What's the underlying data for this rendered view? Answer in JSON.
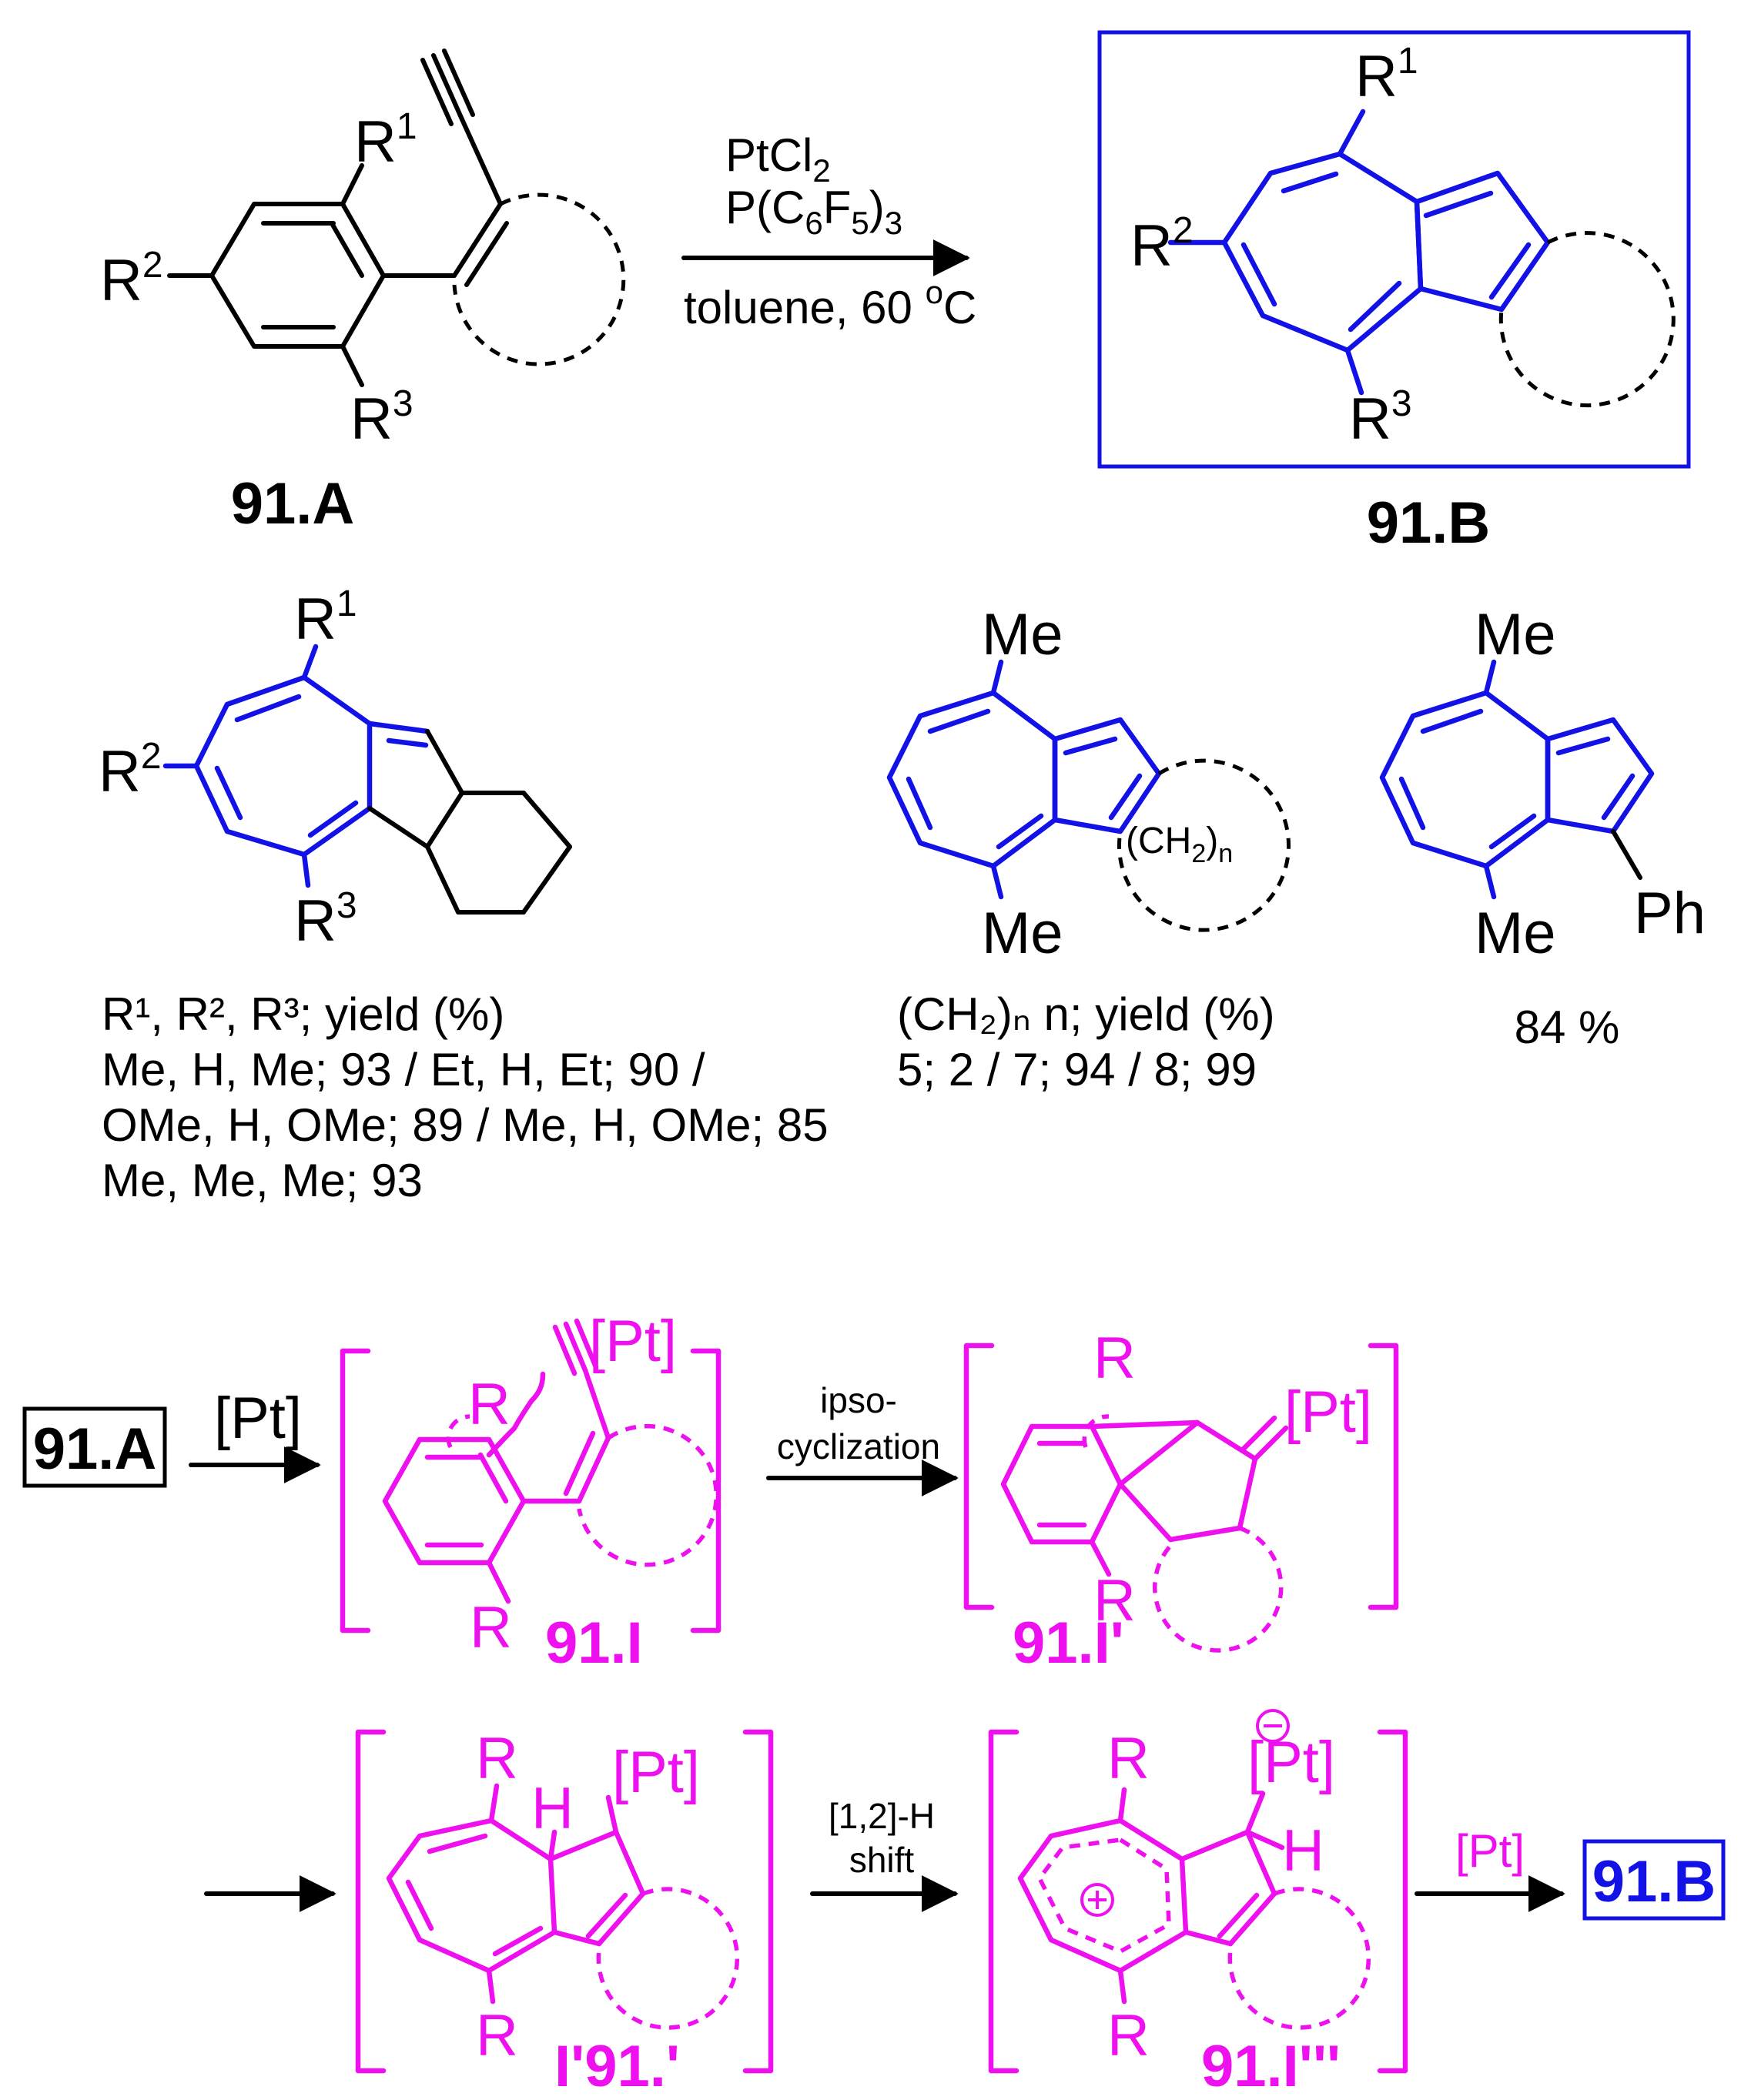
{
  "colors": {
    "black": "#000000",
    "blue": "#1212e6",
    "magenta": "#ee10ee"
  },
  "reaction": {
    "reactant_label": "91.A",
    "product_label": "91.B",
    "catalyst": "PtCl",
    "catalyst_sub": "2",
    "ligand_a": "P(C",
    "ligand_sub1": "6",
    "ligand_b": "F",
    "ligand_sub2": "5",
    "ligand_c": ")",
    "ligand_sub3": "3",
    "solvent": "toluene, 60 ",
    "temp_sup": "o",
    "temp_unit": "C"
  },
  "substituents": {
    "R": "R",
    "sup1": "1",
    "sup2": "2",
    "sup3": "3",
    "Me": "Me",
    "Ph": "Ph",
    "CH2n_a": "(CH",
    "CH2n_sub": "2",
    "CH2n_b": ")",
    "CH2n_n": "n"
  },
  "scope": {
    "first_header": "R¹, R², R³; yield (%)",
    "first_lines": [
      "Me, H, Me; 93 / Et, H, Et; 90 /",
      "OMe, H, OMe; 89 / Me, H, OMe; 85",
      "Me, Me, Me; 93"
    ],
    "second_header": "(CH₂)ₙ n; yield (%)",
    "second_line": "5; 2 / 7; 94 / 8; 99",
    "third_yield": "84 %"
  },
  "mechanism": {
    "start_label": "91.A",
    "pt_reagent": "[Pt]",
    "step1_line1": "ipso-",
    "step1_line2": "cyclization",
    "step2_line1": "[1,2]-H",
    "step2_line2": "shift",
    "final_reagent": "[Pt]",
    "final_label": "91.B",
    "pt": "[Pt]",
    "R": "R",
    "H": "H",
    "int1": "91.I",
    "int2": "91.I'",
    "int3": "I'91.'",
    "int4": "91.I'''",
    "plus": "+",
    "minus": "−"
  }
}
